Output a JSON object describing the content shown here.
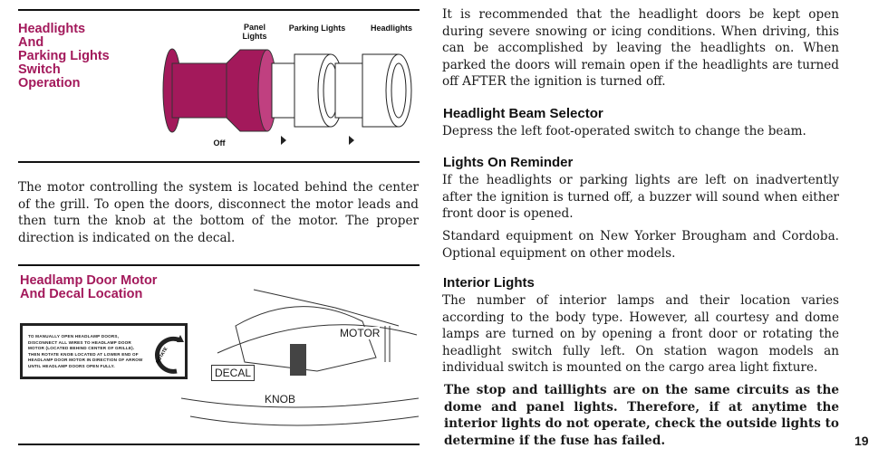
{
  "switch_section": {
    "title_lines": [
      "Headlights",
      "And",
      "Parking Lights",
      "Switch",
      "Operation"
    ],
    "labels": {
      "panel": "Panel Lights",
      "parking": "Parking Lights",
      "headlights": "Headlights",
      "off": "Off"
    }
  },
  "motor_paragraph": "The motor controlling the system is located behind the center of the grill. To open the doors, disconnect the motor leads and then turn the knob at the bottom of the motor. The proper direction is indicated on the decal.",
  "motor_section": {
    "title_lines": [
      "Headlamp Door Motor",
      "And Decal Location"
    ],
    "decal_text": "TO MANUALLY OPEN HEADLAMP DOORS, DISCONNECT ALL WIRES TO HEADLAMP DOOR MOTOR (LOCATED BEHIND CENTER OF GRILLE). THEN ROTATE KNOB LOCATED AT LOWER END OF HEADLAMP DOOR MOTOR IN DIRECTION OF ARROW UNTIL HEADLAMP DOORS OPEN FULLY.",
    "rotate": "ROTATE",
    "labels": {
      "decal": "DECAL",
      "motor": "MOTOR",
      "knob": "KNOB"
    }
  },
  "right": {
    "intro": "It is recommended that the headlight doors be kept open during severe snowing or icing conditions. When driving, this can be accomplished by leaving the headlights on. When parked the doors will remain open if the headlights are turned off AFTER the ignition is turned off.",
    "beam_title": "Headlight Beam Selector",
    "beam_text": "Depress the left foot-operated switch to change the beam.",
    "reminder_title": "Lights On Reminder",
    "reminder_text": "If the headlights or parking lights are left on inadvertently after the ignition is turned off, a buzzer will sound when either front door is opened.",
    "equipment_text": "Standard equipment on New Yorker Brougham and Cordoba. Optional equipment on other models.",
    "interior_title": "Interior Lights",
    "interior_text": "The number of interior lamps and their location varies according to the body type. However, all courtesy and dome lamps are turned on by opening a front door or rotating the headlight switch fully left. On station wagon models an individual switch is mounted on the cargo area light fixture.",
    "fuse_text": "The stop and taillights are on the same circuits as the dome and panel lights. Therefore, if at anytime the interior lights do not operate, check the outside lights to determine if the fuse has failed."
  },
  "page_number": "19"
}
